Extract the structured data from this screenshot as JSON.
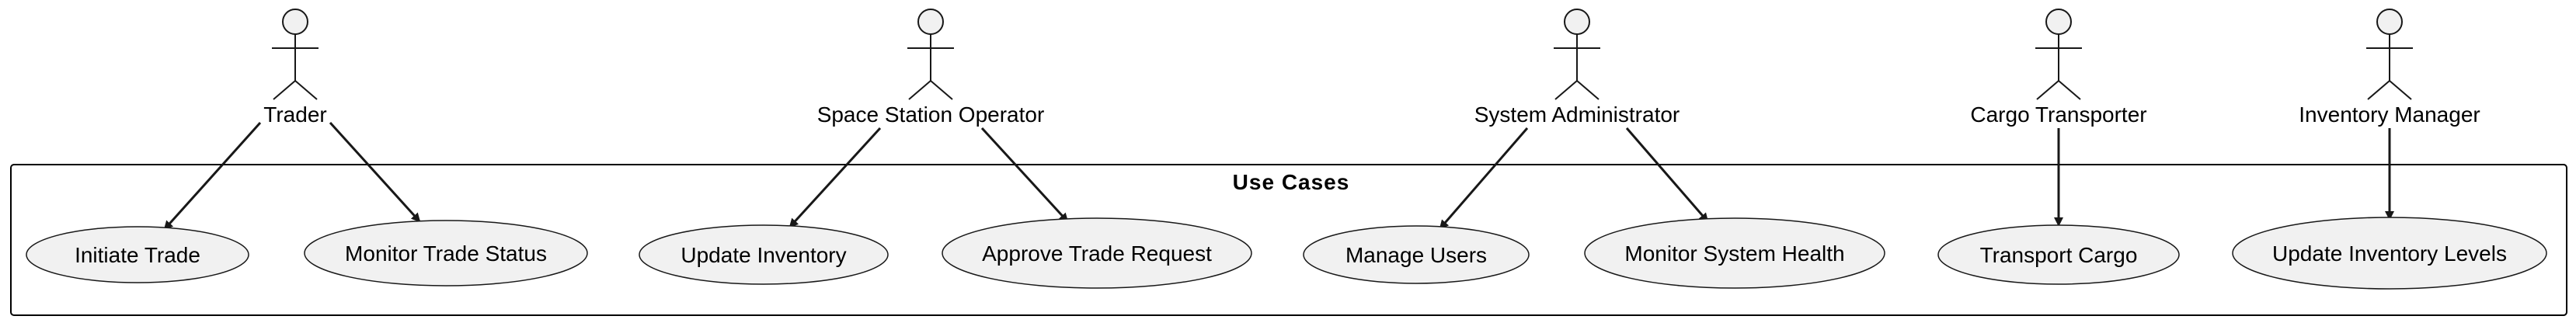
{
  "boundary": {
    "title": "Use Cases"
  },
  "actors": [
    {
      "id": "trader",
      "label": "Trader"
    },
    {
      "id": "space-station-operator",
      "label": "Space Station Operator"
    },
    {
      "id": "system-administrator",
      "label": "System Administrator"
    },
    {
      "id": "cargo-transporter",
      "label": "Cargo Transporter"
    },
    {
      "id": "inventory-manager",
      "label": "Inventory Manager"
    }
  ],
  "use_cases": [
    {
      "id": "initiate-trade",
      "label": "Initiate Trade"
    },
    {
      "id": "monitor-trade-status",
      "label": "Monitor Trade Status"
    },
    {
      "id": "update-inventory",
      "label": "Update Inventory"
    },
    {
      "id": "approve-trade-request",
      "label": "Approve Trade Request"
    },
    {
      "id": "manage-users",
      "label": "Manage Users"
    },
    {
      "id": "monitor-system-health",
      "label": "Monitor System Health"
    },
    {
      "id": "transport-cargo",
      "label": "Transport Cargo"
    },
    {
      "id": "update-inventory-levels",
      "label": "Update Inventory Levels"
    }
  ],
  "associations": [
    {
      "from": "trader",
      "to": "initiate-trade"
    },
    {
      "from": "trader",
      "to": "monitor-trade-status"
    },
    {
      "from": "space-station-operator",
      "to": "update-inventory"
    },
    {
      "from": "space-station-operator",
      "to": "approve-trade-request"
    },
    {
      "from": "system-administrator",
      "to": "manage-users"
    },
    {
      "from": "system-administrator",
      "to": "monitor-system-health"
    },
    {
      "from": "cargo-transporter",
      "to": "transport-cargo"
    },
    {
      "from": "inventory-manager",
      "to": "update-inventory-levels"
    }
  ],
  "colors": {
    "shape_fill": "#f1f1f1",
    "stroke": "#181818",
    "background": "#ffffff"
  }
}
